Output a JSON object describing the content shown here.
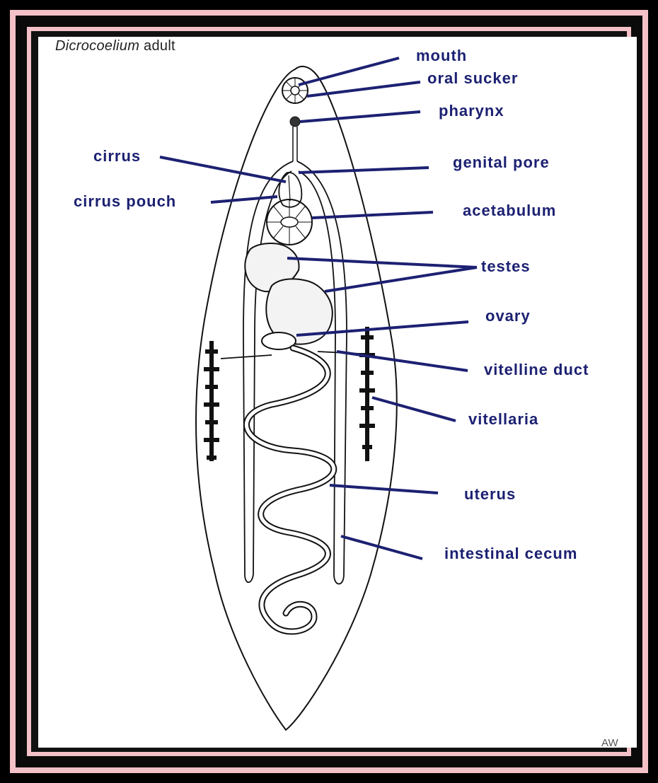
{
  "title": {
    "genus": "Dicrocoelium",
    "rest": "adult"
  },
  "credit": "AW",
  "labels": {
    "mouth": "mouth",
    "oral_sucker": "oral sucker",
    "pharynx": "pharynx",
    "cirrus": "cirrus",
    "genital_pore": "genital pore",
    "cirrus_pouch": "cirrus pouch",
    "acetabulum": "acetabulum",
    "testes": "testes",
    "ovary": "ovary",
    "vitelline_duct": "vitelline duct",
    "vitellaria": "vitellaria",
    "uterus": "uterus",
    "intestinal_cecum": "intestinal cecum"
  },
  "colors": {
    "label": "#1c2172",
    "leader": "#1c2172",
    "outline": "#111111",
    "frame_pink": "#f4c1c8",
    "frame_black": "#0a0a0a"
  }
}
